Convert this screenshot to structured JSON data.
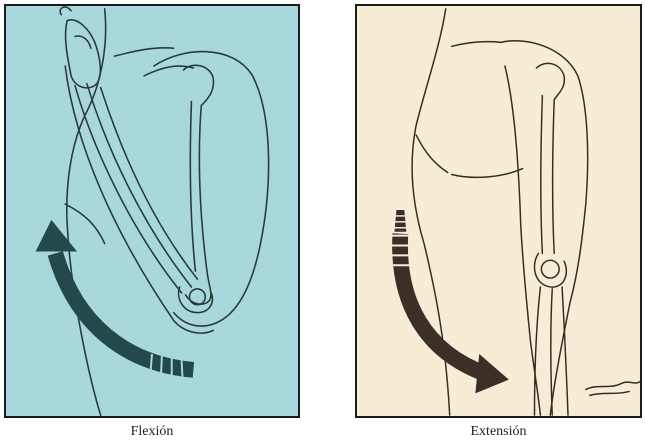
{
  "figure": {
    "panels": [
      {
        "caption": "Flexión",
        "background": "#a8d8dc",
        "arrow_color": "#24494b",
        "motion": "flexion"
      },
      {
        "caption": "Extensión",
        "background": "#f7ecd6",
        "arrow_color": "#3a3028",
        "motion": "extension"
      }
    ],
    "icons": [
      "flexed-arm-illustration",
      "extended-arm-illustration",
      "curved-arrow-up",
      "curved-arrow-down"
    ]
  }
}
